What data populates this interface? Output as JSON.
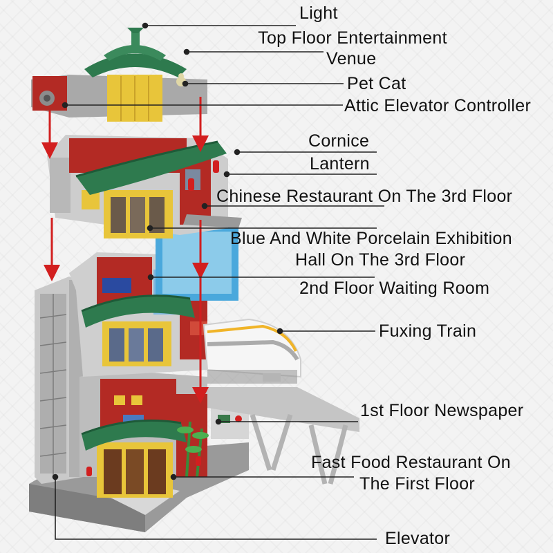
{
  "labels": {
    "light": "Light",
    "venue_1": "Top Floor Entertainment",
    "venue_2": "Venue",
    "pet_cat": "Pet Cat",
    "attic_elevator": "Attic Elevator Controller",
    "cornice": "Cornice",
    "lantern": "Lantern",
    "chinese_restaurant": "Chinese Restaurant On The 3rd Floor",
    "porcelain_1": "Blue And White Porcelain Exhibition",
    "porcelain_2": "Hall On The 3rd Floor",
    "waiting_room": "2nd Floor Waiting Room",
    "fuxing_train": "Fuxing Train",
    "newspaper": "1st Floor Newspaper",
    "fast_food_1": "Fast Food Restaurant On",
    "fast_food_2": "The First Floor",
    "elevator": "Elevator"
  },
  "colors": {
    "roof_green": "#2e7a4e",
    "wall_red": "#b32a24",
    "window_yellow": "#e8c53a",
    "facade_grey": "#b9b9b9",
    "glass_blue": "#4aa8dc",
    "arrow_red": "#d21f1f",
    "leader_line": "#222222"
  }
}
